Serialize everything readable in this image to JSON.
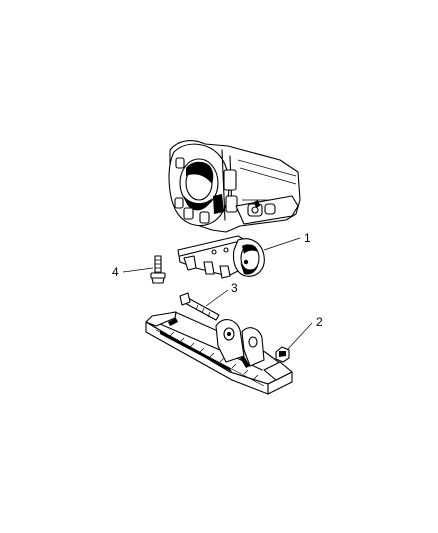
{
  "callouts": {
    "c1": "1",
    "c2": "2",
    "c3": "3",
    "c4": "4"
  },
  "parts": {
    "transmission": "transmission-case",
    "mount": "transmission-mount",
    "nut": "nut",
    "bolt_long": "through-bolt",
    "bolt_short": "mount-bolt",
    "crossmember": "crossmember"
  }
}
